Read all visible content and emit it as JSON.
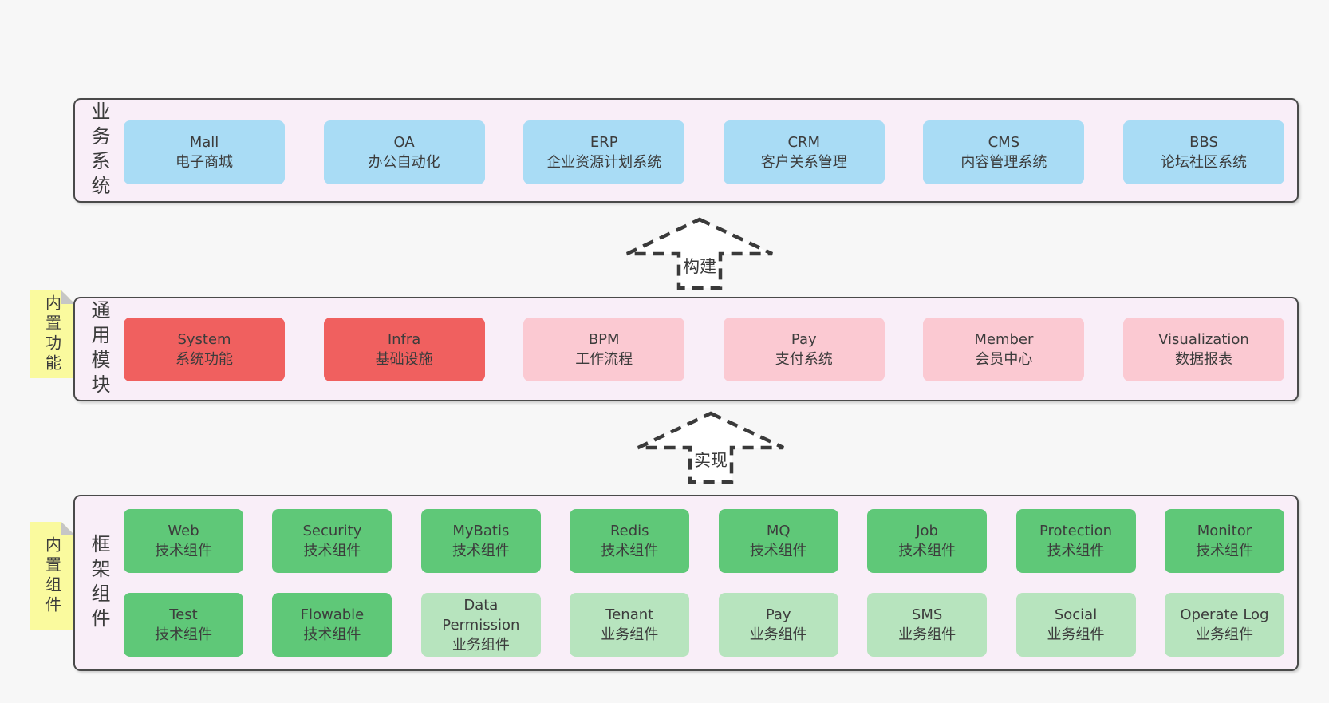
{
  "colors": {
    "page_bg": "#f7f7f7",
    "section_bg": "#f9eef8",
    "section_border": "#4a4a4a",
    "blue_box": "#a9dcf5",
    "red_box": "#f0605f",
    "pink_box": "#fbc9d2",
    "green_dark_box": "#5fc878",
    "green_light_box": "#b7e4be",
    "note_yellow": "#fafa9e",
    "note_fold": "#c6c6c6",
    "text": "#3b3b3b"
  },
  "arrows": {
    "build": "构建",
    "implement": "实现"
  },
  "sections": {
    "business": {
      "label": "业务系统",
      "boxes": [
        {
          "en": "Mall",
          "zh": "电子商城",
          "tone": "blue"
        },
        {
          "en": "OA",
          "zh": "办公自动化",
          "tone": "blue"
        },
        {
          "en": "ERP",
          "zh": "企业资源计划系统",
          "tone": "blue"
        },
        {
          "en": "CRM",
          "zh": "客户关系管理",
          "tone": "blue"
        },
        {
          "en": "CMS",
          "zh": "内容管理系统",
          "tone": "blue"
        },
        {
          "en": "BBS",
          "zh": "论坛社区系统",
          "tone": "blue"
        }
      ]
    },
    "modules": {
      "label": "通用模块",
      "note": "内置功能",
      "boxes": [
        {
          "en": "System",
          "zh": "系统功能",
          "tone": "red"
        },
        {
          "en": "Infra",
          "zh": "基础设施",
          "tone": "red"
        },
        {
          "en": "BPM",
          "zh": "工作流程",
          "tone": "pink"
        },
        {
          "en": "Pay",
          "zh": "支付系统",
          "tone": "pink"
        },
        {
          "en": "Member",
          "zh": "会员中心",
          "tone": "pink"
        },
        {
          "en": "Visualization",
          "zh": "数据报表",
          "tone": "pink"
        }
      ]
    },
    "components": {
      "label": "框架组件",
      "note": "内置组件",
      "row1": [
        {
          "en": "Web",
          "zh": "技术组件",
          "tone": "green-dark"
        },
        {
          "en": "Security",
          "zh": "技术组件",
          "tone": "green-dark"
        },
        {
          "en": "MyBatis",
          "zh": "技术组件",
          "tone": "green-dark"
        },
        {
          "en": "Redis",
          "zh": "技术组件",
          "tone": "green-dark"
        },
        {
          "en": "MQ",
          "zh": "技术组件",
          "tone": "green-dark"
        },
        {
          "en": "Job",
          "zh": "技术组件",
          "tone": "green-dark"
        },
        {
          "en": "Protection",
          "zh": "技术组件",
          "tone": "green-dark"
        },
        {
          "en": "Monitor",
          "zh": "技术组件",
          "tone": "green-dark"
        }
      ],
      "row2": [
        {
          "en": "Test",
          "zh": "技术组件",
          "tone": "green-dark"
        },
        {
          "en": "Flowable",
          "zh": "技术组件",
          "tone": "green-dark"
        },
        {
          "en": "Data Permission",
          "zh": "业务组件",
          "tone": "green-light"
        },
        {
          "en": "Tenant",
          "zh": "业务组件",
          "tone": "green-light"
        },
        {
          "en": "Pay",
          "zh": "业务组件",
          "tone": "green-light"
        },
        {
          "en": "SMS",
          "zh": "业务组件",
          "tone": "green-light"
        },
        {
          "en": "Social",
          "zh": "业务组件",
          "tone": "green-light"
        },
        {
          "en": "Operate Log",
          "zh": "业务组件",
          "tone": "green-light"
        }
      ]
    }
  }
}
